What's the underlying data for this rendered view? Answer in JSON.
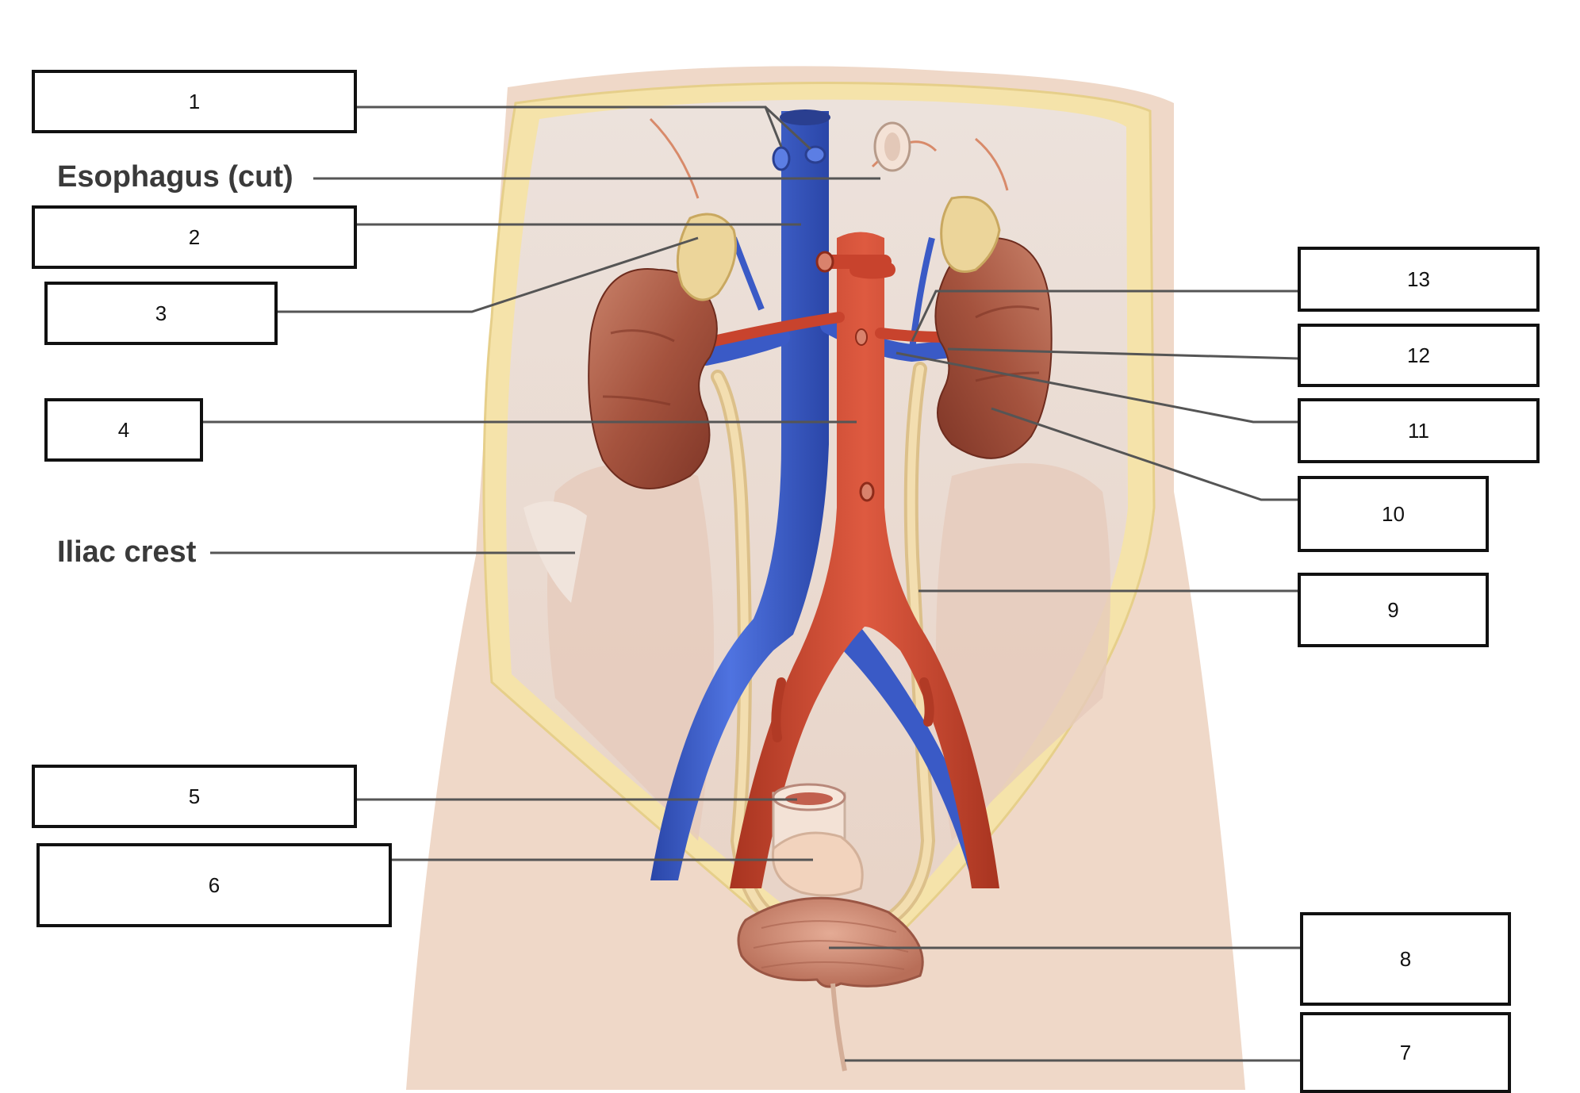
{
  "labels": {
    "box1": "1",
    "box2": "2",
    "box3": "3",
    "box4": "4",
    "box5": "5",
    "box6": "6",
    "box7": "7",
    "box8": "8",
    "box9": "9",
    "box10": "10",
    "box11": "11",
    "box12": "12",
    "box13": "13"
  },
  "text_labels": {
    "esophagus": "Esophagus (cut)",
    "iliac_crest": "Iliac crest"
  },
  "colors": {
    "background": "#ffffff",
    "skin": "#efd6c5",
    "body_wall_fat": "#f6e3a8",
    "cavity": "#eddcd0",
    "muscle": "#e4cfc4",
    "kidney": "#a85a45",
    "adrenal": "#ecd59a",
    "vena_cava": "#3658c8",
    "aorta": "#c8432d",
    "ureter": "#ecd4a0",
    "bladder": "#d79a85",
    "leader_line": "#555555"
  }
}
